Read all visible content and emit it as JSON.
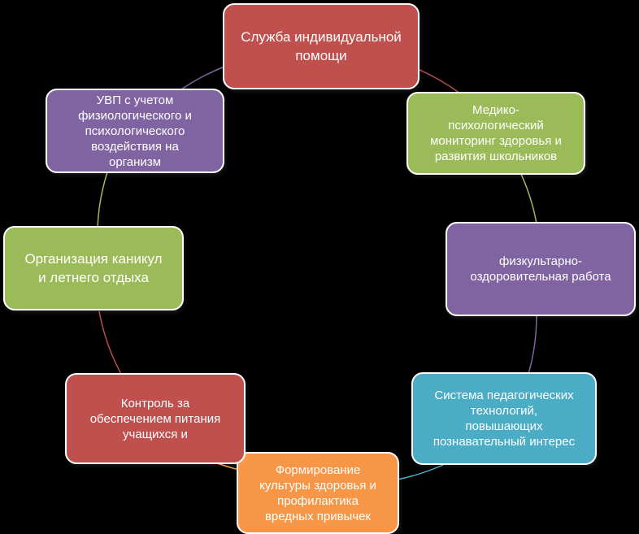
{
  "diagram": {
    "nodes": [
      {
        "id": "individual-help",
        "label": "Служба индивидуальной\nпомощи",
        "color": "#c0504d"
      },
      {
        "id": "medical-monitoring",
        "label": "Медико-\nпсихологический\nмониторинг здоровья и\nразвития школьников",
        "color": "#9bbb59"
      },
      {
        "id": "physical-health",
        "label": "физкультарно-\nоздоровительная работа",
        "color": "#8064a2"
      },
      {
        "id": "pedagogical-tech",
        "label": "Система педагогических\nтехнологий,\nповышающих\nпознавательный интерес",
        "color": "#4bacc6"
      },
      {
        "id": "health-culture",
        "label": "Формирование\nкультуры здоровья и\nпрофилактика\nвредных привычек",
        "color": "#f79646"
      },
      {
        "id": "nutrition-control",
        "label": "Контроль за\nобеспечением питания\nучащихся и",
        "color": "#c0504d"
      },
      {
        "id": "holidays",
        "label": "Организация каникул\nи летнего отдыха",
        "color": "#9bbb59"
      },
      {
        "id": "uvp",
        "label": "УВП с учетом\nфизиологического и\nпсихологического\nвоздействия на\nорганизм",
        "color": "#8064a2"
      }
    ]
  }
}
